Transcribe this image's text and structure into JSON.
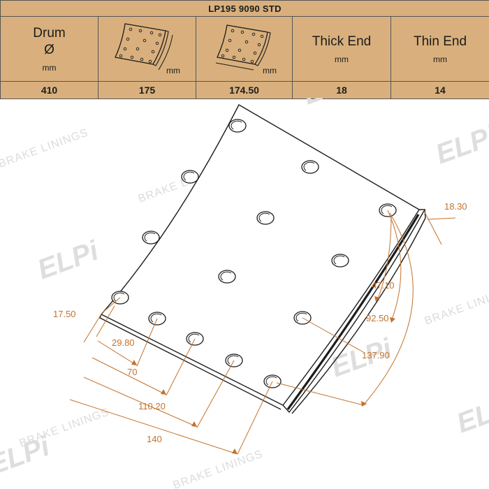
{
  "header": {
    "title": "LP195 9090 STD",
    "columns": [
      {
        "label": "Drum",
        "symbol": "Ø",
        "unit": "mm",
        "value": "410"
      },
      {
        "label": "",
        "unit": "mm",
        "value": "175",
        "icon": "lining-width-icon"
      },
      {
        "label": "",
        "unit": "mm",
        "value": "174.50",
        "icon": "lining-length-icon"
      },
      {
        "label": "Thick End",
        "unit": "mm",
        "value": "18"
      },
      {
        "label": "Thin End",
        "unit": "mm",
        "value": "14"
      }
    ]
  },
  "watermark": {
    "logo": "ELPi",
    "tagline": "BRAKE LININGS"
  },
  "dimensions": {
    "d_18_30": "18.30",
    "d_17_50": "17.50",
    "d_47_10": "47.10",
    "d_29_80": "29.80",
    "d_92_50": "92.50",
    "d_70": "70",
    "d_137_90": "137.90",
    "d_110_20": "110.20",
    "d_140": "140"
  },
  "colors": {
    "table_bg": "#d9b07d",
    "dimension": "#c4722c",
    "outline": "#1c1c1c",
    "watermark": "#dcdcdc"
  }
}
